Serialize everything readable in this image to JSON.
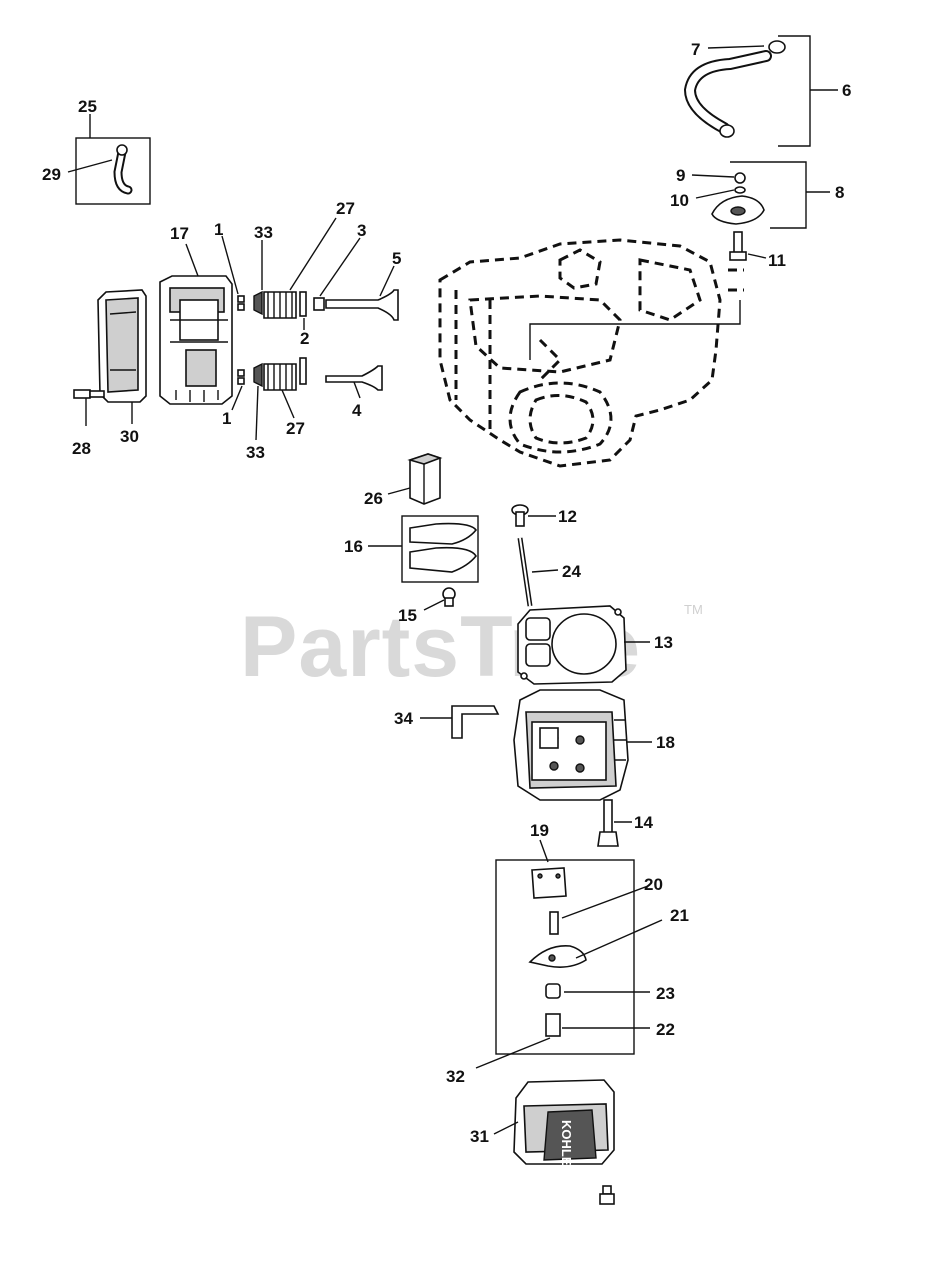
{
  "watermark": {
    "text": "PartsTree",
    "tm": "TM"
  },
  "brand_text": "KOHLER",
  "callouts": {
    "c1a": "1",
    "c1b": "1",
    "c2": "2",
    "c3": "3",
    "c4": "4",
    "c5": "5",
    "c6": "6",
    "c7": "7",
    "c8": "8",
    "c9": "9",
    "c10": "10",
    "c11": "11",
    "c12": "12",
    "c13": "13",
    "c14": "14",
    "c15": "15",
    "c16": "16",
    "c17": "17",
    "c18": "18",
    "c19": "19",
    "c20": "20",
    "c21": "21",
    "c22": "22",
    "c23": "23",
    "c24": "24",
    "c25": "25",
    "c26": "26",
    "c27a": "27",
    "c27b": "27",
    "c28": "28",
    "c29": "29",
    "c30": "30",
    "c31": "31",
    "c32": "32",
    "c33a": "33",
    "c33b": "33",
    "c34": "34"
  }
}
